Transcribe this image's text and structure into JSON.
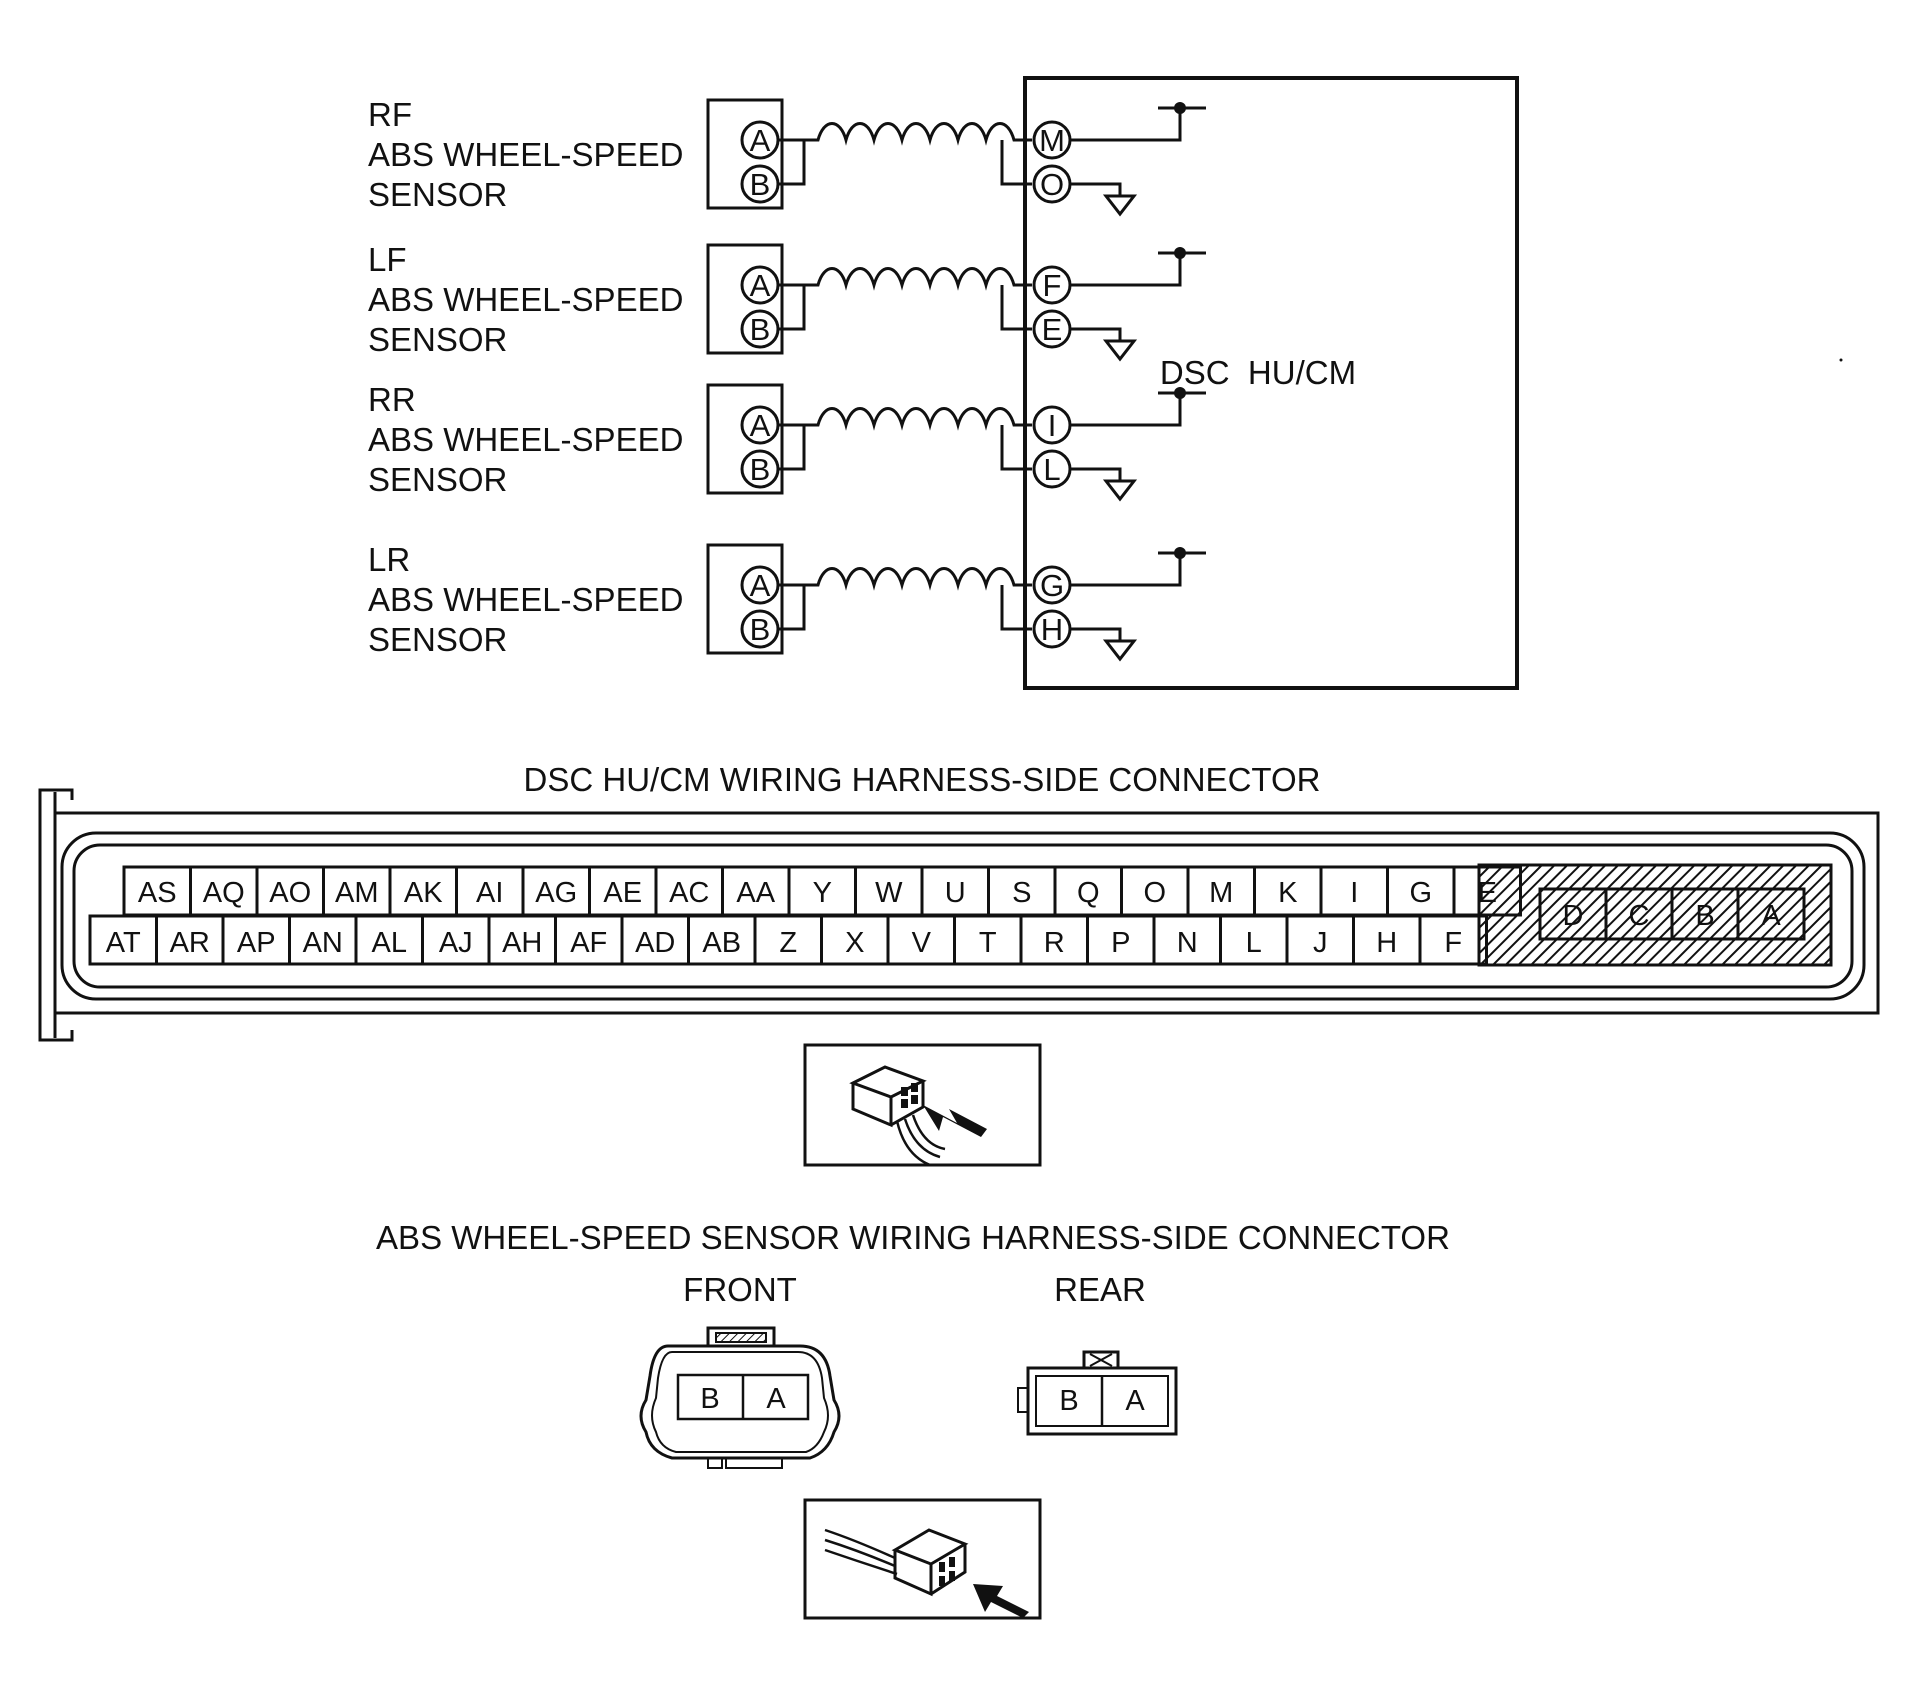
{
  "sensors": [
    {
      "line1": "RF",
      "line2": "ABS WHEEL-SPEED",
      "line3": "SENSOR",
      "pin_a": "A",
      "pin_b": "B",
      "hu_pin_signal": "M",
      "hu_pin_ground": "O"
    },
    {
      "line1": "LF",
      "line2": "ABS WHEEL-SPEED",
      "line3": "SENSOR",
      "pin_a": "A",
      "pin_b": "B",
      "hu_pin_signal": "F",
      "hu_pin_ground": "E"
    },
    {
      "line1": "RR",
      "line2": "ABS WHEEL-SPEED",
      "line3": "SENSOR",
      "pin_a": "A",
      "pin_b": "B",
      "hu_pin_signal": "I",
      "hu_pin_ground": "L"
    },
    {
      "line1": "LR",
      "line2": "ABS WHEEL-SPEED",
      "line3": "SENSOR",
      "pin_a": "A",
      "pin_b": "B",
      "hu_pin_signal": "G",
      "hu_pin_ground": "H"
    }
  ],
  "module_label": "DSC  HU/CM",
  "hu_connector": {
    "title": "DSC HU/CM WIRING HARNESS-SIDE CONNECTOR",
    "top_row": [
      "AS",
      "AQ",
      "AO",
      "AM",
      "AK",
      "AI",
      "AG",
      "AE",
      "AC",
      "AA",
      "Y",
      "W",
      "U",
      "S",
      "Q",
      "O",
      "M",
      "K",
      "I",
      "G",
      "E"
    ],
    "bottom_row": [
      "AT",
      "AR",
      "AP",
      "AN",
      "AL",
      "AJ",
      "AH",
      "AF",
      "AD",
      "AB",
      "Z",
      "X",
      "V",
      "T",
      "R",
      "P",
      "N",
      "L",
      "J",
      "H",
      "F"
    ],
    "right_block": [
      "D",
      "C",
      "B",
      "A"
    ]
  },
  "sensor_connector": {
    "title": "ABS WHEEL-SPEED SENSOR WIRING HARNESS-SIDE CONNECTOR",
    "front_label": "FRONT",
    "rear_label": "REAR",
    "front_pins": [
      "B",
      "A"
    ],
    "rear_pins": [
      "B",
      "A"
    ]
  },
  "icons": [
    "harness-view-icon",
    "harness-view-icon"
  ]
}
